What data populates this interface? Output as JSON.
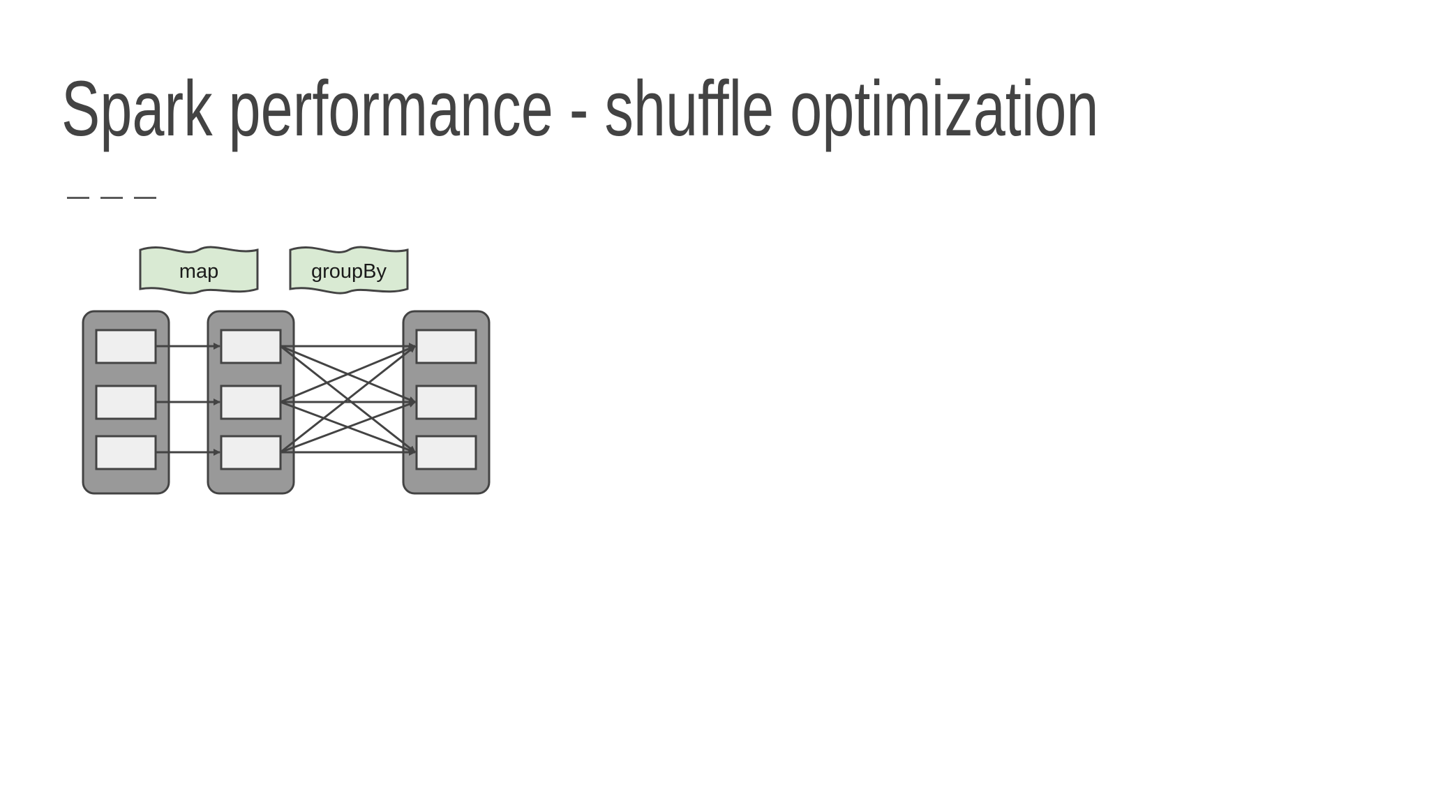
{
  "slide": {
    "title": "Spark performance - shuffle optimization"
  },
  "diagram": {
    "operations": [
      "map",
      "groupBy"
    ],
    "stages": [
      {
        "partitions": 3
      },
      {
        "partitions": 3
      },
      {
        "partitions": 3
      }
    ],
    "connections": [
      {
        "from_stage": 0,
        "to_stage": 1,
        "pattern": "one-to-one"
      },
      {
        "from_stage": 1,
        "to_stage": 2,
        "pattern": "all-to-all"
      }
    ],
    "colors": {
      "stage_fill": "#999999",
      "partition_fill": "#efefef",
      "outline": "#434343",
      "label_fill": "#d9ead3",
      "title_text": "#434343"
    }
  }
}
